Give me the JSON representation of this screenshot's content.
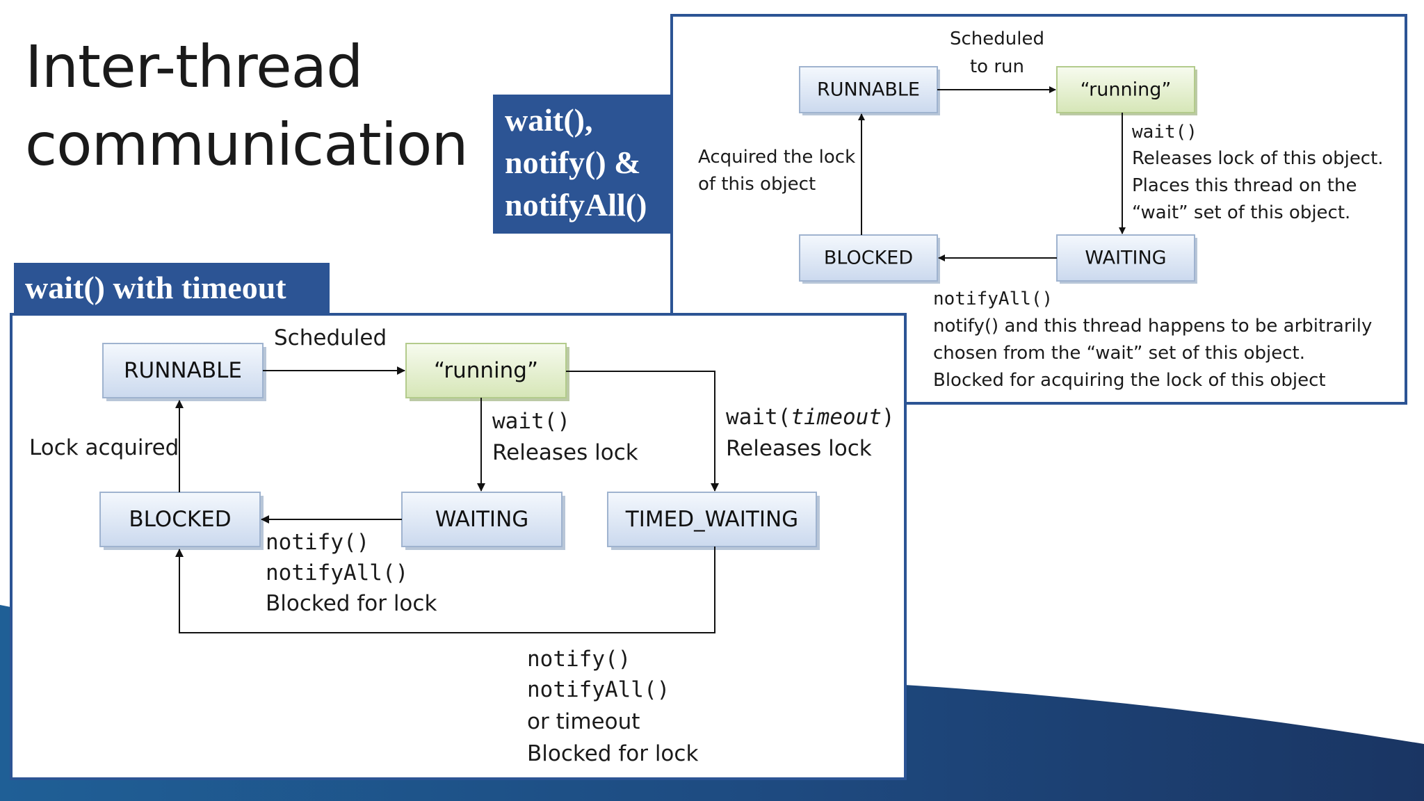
{
  "slide": {
    "title_line1": "Inter-thread",
    "title_line2": "communication"
  },
  "banners": {
    "wait_notify": [
      "wait(),",
      "notify() &",
      "notifyAll()"
    ],
    "timeout": "wait() with timeout"
  },
  "top_diagram": {
    "states": {
      "runnable": "RUNNABLE",
      "running": "“running”",
      "blocked": "BLOCKED",
      "waiting": "WAITING"
    },
    "edges": {
      "scheduled": [
        "Scheduled",
        "to run"
      ],
      "acquired": [
        "Acquired the lock",
        "of this object"
      ],
      "wait_call": "wait()",
      "wait_desc": [
        "Releases lock of this object.",
        "Places this thread on the",
        "“wait” set of this object."
      ],
      "notify_call": "notifyAll()",
      "notify_desc": [
        "notify() and this thread happens to be arbitrarily",
        "chosen from the “wait” set of this object.",
        "Blocked for acquiring  the lock of this object"
      ]
    }
  },
  "bottom_diagram": {
    "states": {
      "runnable": "RUNNABLE",
      "running": "“running”",
      "blocked": "BLOCKED",
      "waiting": "WAITING",
      "timed_waiting": "TIMED_WAITING"
    },
    "edges": {
      "scheduled": "Scheduled",
      "lock_acquired": "Lock acquired",
      "wait_call": "wait()",
      "releases_lock": "Releases lock",
      "wait_timeout_prefix": "wait(",
      "wait_timeout_arg": "timeout",
      "wait_timeout_suffix": ")",
      "releases_lock_2": "Releases lock",
      "notify_call": "notify()",
      "notify_all_call": "notifyAll()",
      "blocked_for_lock": "Blocked for lock",
      "timed_notify": "notify()",
      "timed_notify_all": "notifyAll()",
      "or_timeout": "or timeout",
      "timed_blocked": "Blocked for lock"
    }
  },
  "colors": {
    "brand_blue": "#2c5494",
    "state_fill_blue": "#dce6f4",
    "state_fill_green": "#e6f0d2",
    "wave_dark": "#1b3f73"
  }
}
